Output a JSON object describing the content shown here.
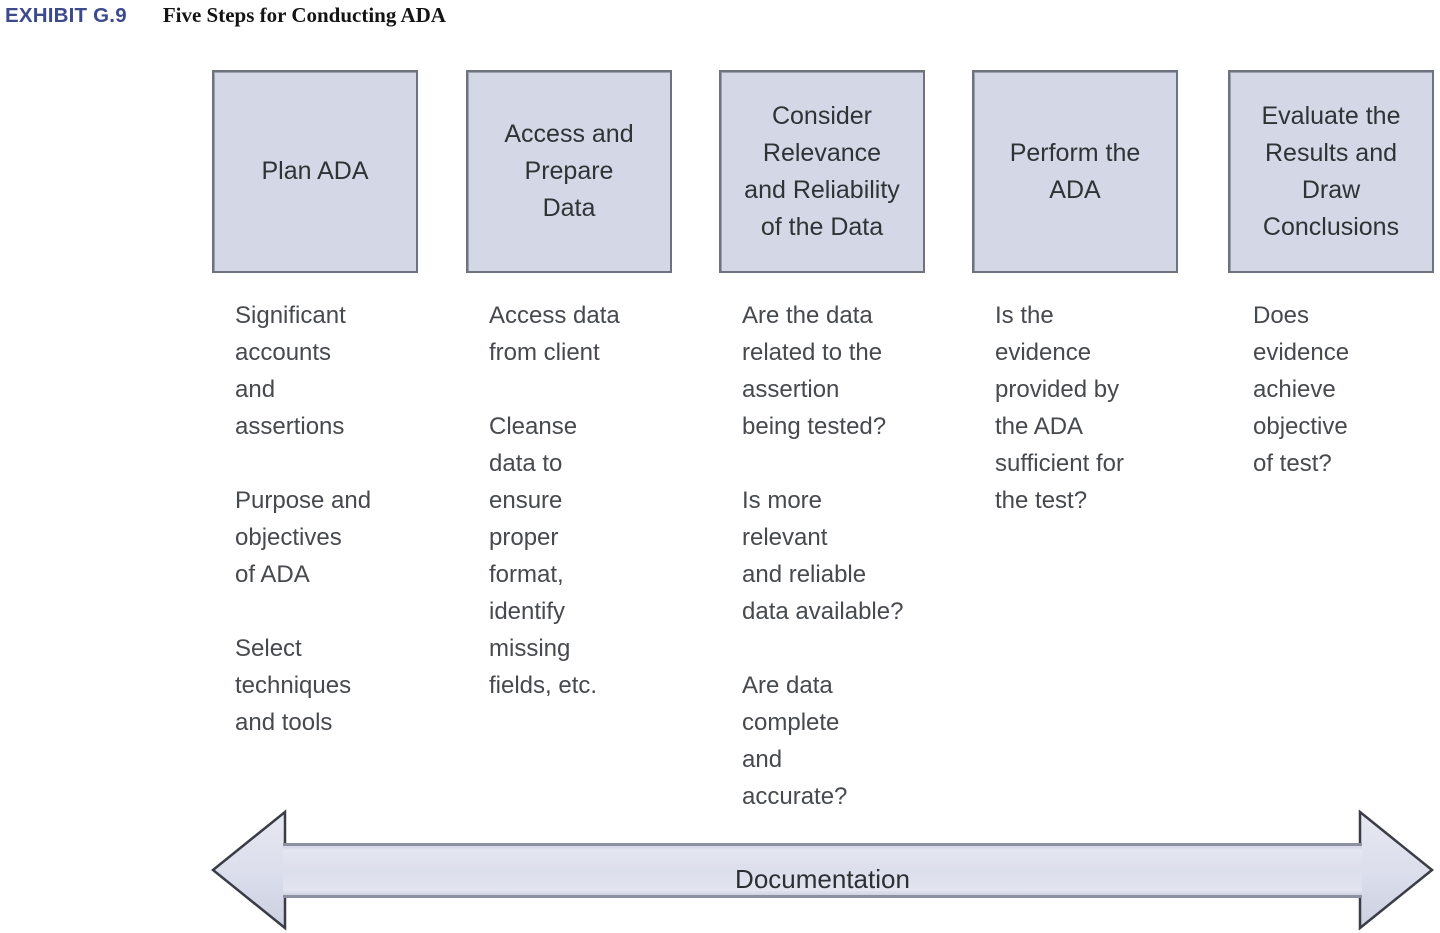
{
  "header": {
    "exhibit_label": "EXHIBIT G.9",
    "title": "Five Steps for Conducting ADA"
  },
  "colors": {
    "exhibit_label": "#3c4a8c",
    "box_fill": "#d4d8e6",
    "box_border": "#6e727e",
    "text": "#46494d",
    "arrow_fill": "#dadce8",
    "arrow_border": "#3a3d46"
  },
  "diagram": {
    "type": "process-flow",
    "step_count": 5,
    "steps": [
      {
        "index": 1,
        "title": "Plan ADA",
        "details": [
          "Significant\naccounts\nand\nassertions",
          "Purpose and\nobjectives\nof ADA",
          "Select\ntechniques\nand tools"
        ]
      },
      {
        "index": 2,
        "title": "Access and\nPrepare\nData",
        "details": [
          "Access data\nfrom client",
          "Cleanse\ndata to\nensure\nproper\nformat,\nidentify\nmissing\nfields, etc."
        ]
      },
      {
        "index": 3,
        "title": "Consider\nRelevance\nand Reliability\nof the Data",
        "details": [
          "Are the data\nrelated to the\nassertion\nbeing tested?",
          "Is more\nrelevant\nand reliable\ndata available?",
          "Are data\ncomplete\nand\naccurate?"
        ]
      },
      {
        "index": 4,
        "title": "Perform the\nADA",
        "details": [
          "Is the\nevidence\nprovided by\nthe ADA\nsufficient for\nthe test?"
        ]
      },
      {
        "index": 5,
        "title": "Evaluate the\nResults and\nDraw\nConclusions",
        "details": [
          "Does\nevidence\nachieve\nobjective\nof test?"
        ]
      }
    ],
    "banner": {
      "label": "Documentation",
      "shape": "double-headed-arrow"
    }
  }
}
